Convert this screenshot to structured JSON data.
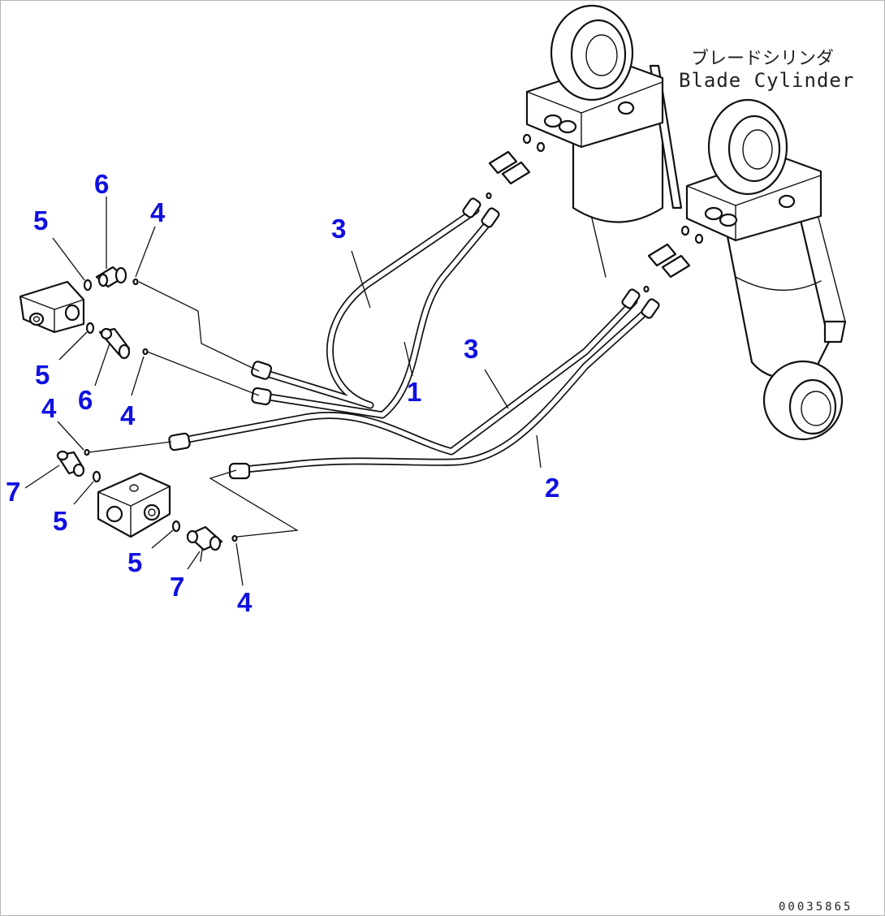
{
  "diagram": {
    "caption_jp": "ブレードシリンダ",
    "caption_en": "Blade Cylinder",
    "document_number": "00035865",
    "callout_color": "#1010e0",
    "callouts": {
      "hose_1": "1",
      "hose_2": "2",
      "hose_3_upper": "3",
      "hose_3_lower": "3",
      "o_ring_4_a": "4",
      "o_ring_4_b": "4",
      "o_ring_4_c": "4",
      "o_ring_4_d": "4",
      "o_ring_5_a": "5",
      "o_ring_5_b": "5",
      "o_ring_5_c": "5",
      "o_ring_5_d": "5",
      "elbow_6_a": "6",
      "elbow_6_b": "6",
      "elbow_7_a": "7",
      "elbow_7_b": "7"
    }
  }
}
